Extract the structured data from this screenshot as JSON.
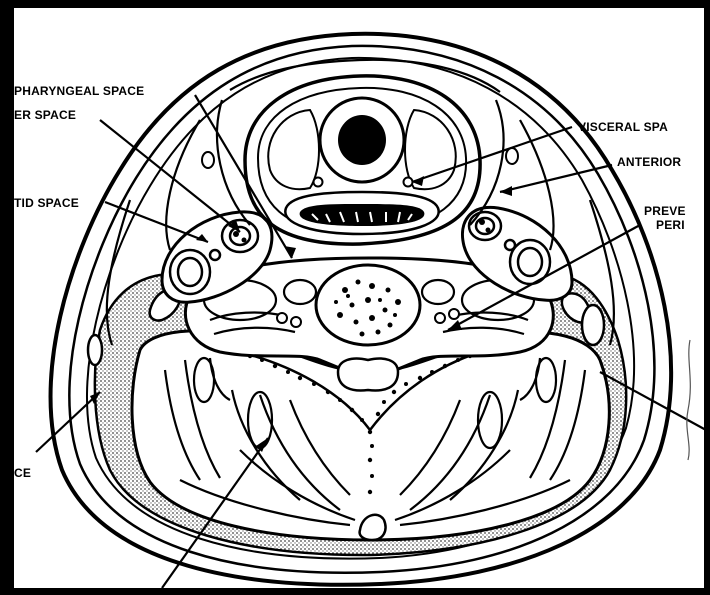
{
  "labels": {
    "retropharyngeal": "PHARYNGEAL SPACE",
    "danger": "ER SPACE",
    "carotid": "TID SPACE",
    "visceral": "VISCERAL SPA",
    "anterior": "ANTERIOR",
    "prevertebral_1": "PREVE",
    "prevertebral_2": "PERI",
    "posterior": "CE"
  },
  "colors": {
    "ink": "#000000",
    "paper": "#ffffff",
    "frame": "#000000",
    "stipple": "#b8b8b8"
  }
}
